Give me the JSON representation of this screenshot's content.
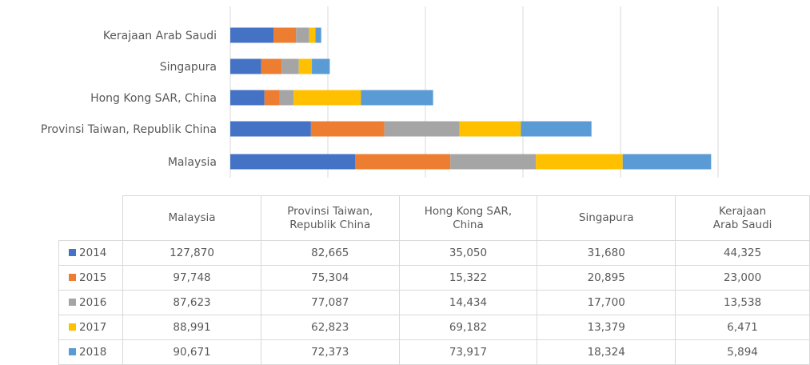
{
  "chart_data": {
    "type": "bar",
    "orientation": "horizontal",
    "stacked": true,
    "categories": [
      "Malaysia",
      "Provinsi Taiwan, Republik China",
      "Hong Kong SAR, China",
      "Singapura",
      "Kerajaan Arab Saudi"
    ],
    "table_headers": [
      "Malaysia",
      "Provinsi Taiwan,\nRepublik China",
      "Hong Kong SAR,\nChina",
      "Singapura",
      "Kerajaan\nArab Saudi"
    ],
    "series": [
      {
        "name": "2014",
        "color": "#4472c4",
        "values": [
          127870,
          82665,
          35050,
          31680,
          44325
        ],
        "labels": [
          "127,870",
          "82,665",
          "35,050",
          "31,680",
          "44,325"
        ]
      },
      {
        "name": "2015",
        "color": "#ed7d31",
        "values": [
          97748,
          75304,
          15322,
          20895,
          23000
        ],
        "labels": [
          "97,748",
          "75,304",
          "15,322",
          "20,895",
          "23,000"
        ]
      },
      {
        "name": "2016",
        "color": "#a5a5a5",
        "values": [
          87623,
          77087,
          14434,
          17700,
          13538
        ],
        "labels": [
          "87,623",
          "77,087",
          "14,434",
          "17,700",
          "13,538"
        ]
      },
      {
        "name": "2017",
        "color": "#ffc000",
        "values": [
          88991,
          62823,
          69182,
          13379,
          6471
        ],
        "labels": [
          "88,991",
          "62,823",
          "69,182",
          "13,379",
          "6,471"
        ]
      },
      {
        "name": "2018",
        "color": "#5b9bd5",
        "values": [
          90671,
          72373,
          73917,
          18324,
          5894
        ],
        "labels": [
          "90,671",
          "72,373",
          "73,917",
          "18,324",
          "5,894"
        ]
      }
    ],
    "xlim": [
      0,
      500000
    ],
    "grid": true,
    "legend": "data table"
  }
}
